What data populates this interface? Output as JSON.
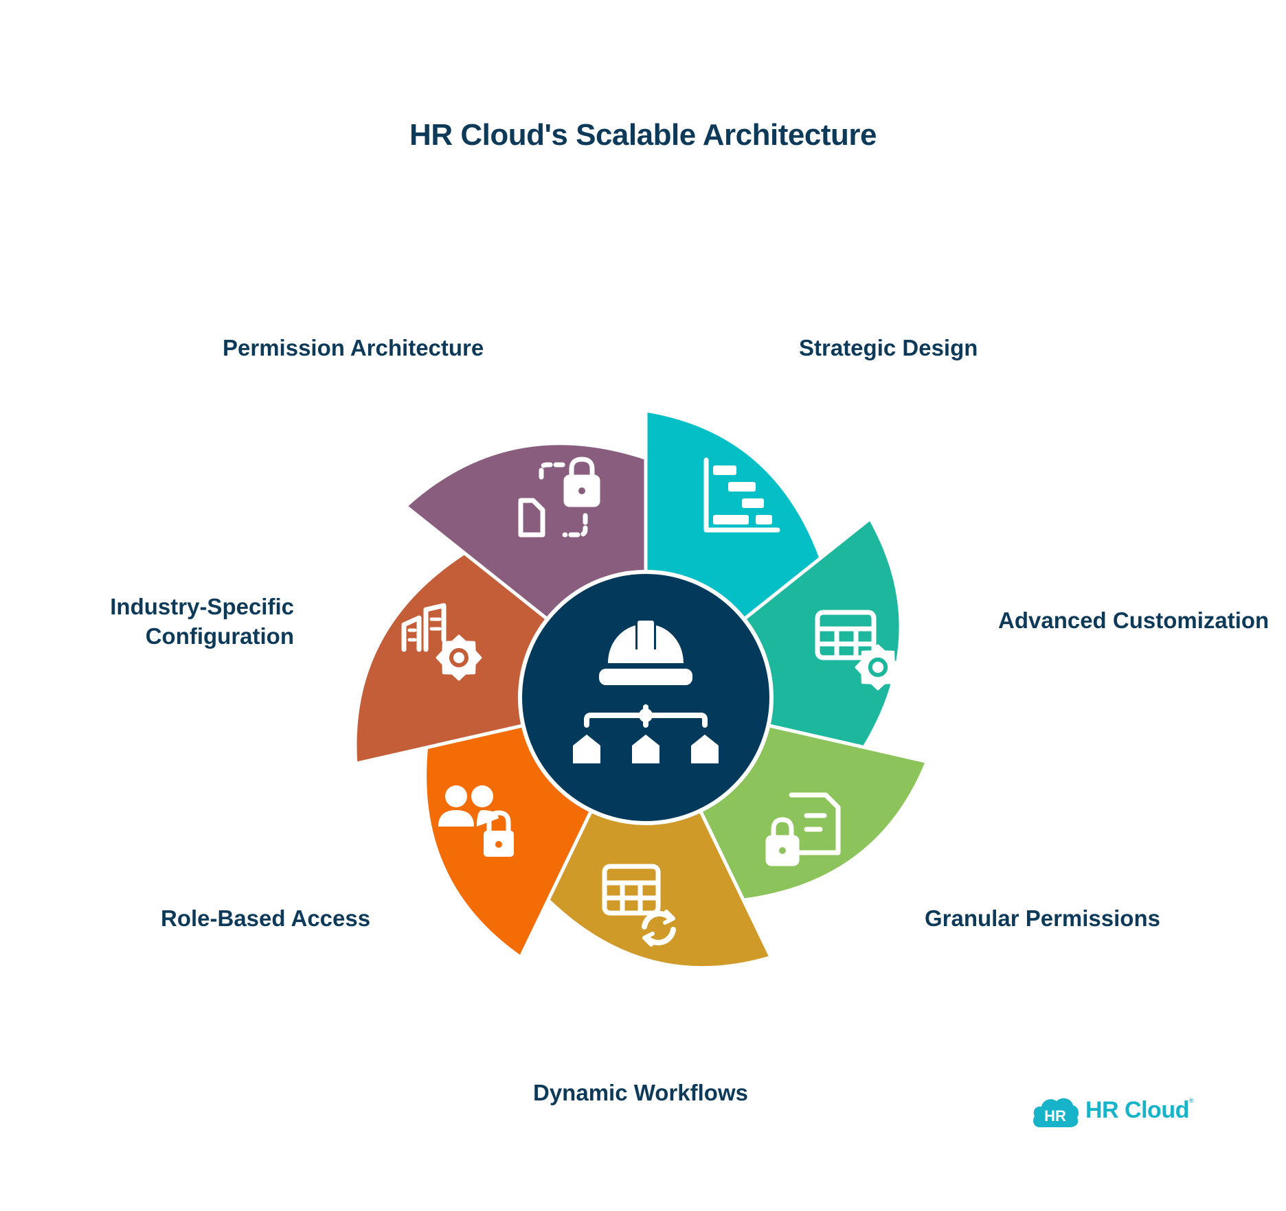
{
  "title": "HR Cloud's Scalable Architecture",
  "center": {
    "icon": "hard-hat-hierarchy-icon",
    "color": "#033a5b"
  },
  "segments": [
    {
      "label": "Strategic Design",
      "color": "#05bfc6",
      "icon": "gantt-chart-icon"
    },
    {
      "label": "Advanced Customization",
      "color": "#1db79e",
      "icon": "table-gear-icon"
    },
    {
      "label": "Granular Permissions",
      "color": "#8cc45b",
      "icon": "document-lock-icon"
    },
    {
      "label": "Dynamic Workflows",
      "color": "#d09a28",
      "icon": "table-refresh-icon"
    },
    {
      "label": "Role-Based Access",
      "color": "#f46c06",
      "icon": "users-lock-icon"
    },
    {
      "label": "Industry-Specific\nConfiguration",
      "color": "#c45e38",
      "icon": "buildings-gear-icon"
    },
    {
      "label": "Permission Architecture",
      "color": "#885d7e",
      "icon": "file-lock-transfer-icon"
    }
  ],
  "logo": {
    "badge": "HR",
    "text": "HR Cloud",
    "mark": "®",
    "color": "#17b3c9"
  }
}
